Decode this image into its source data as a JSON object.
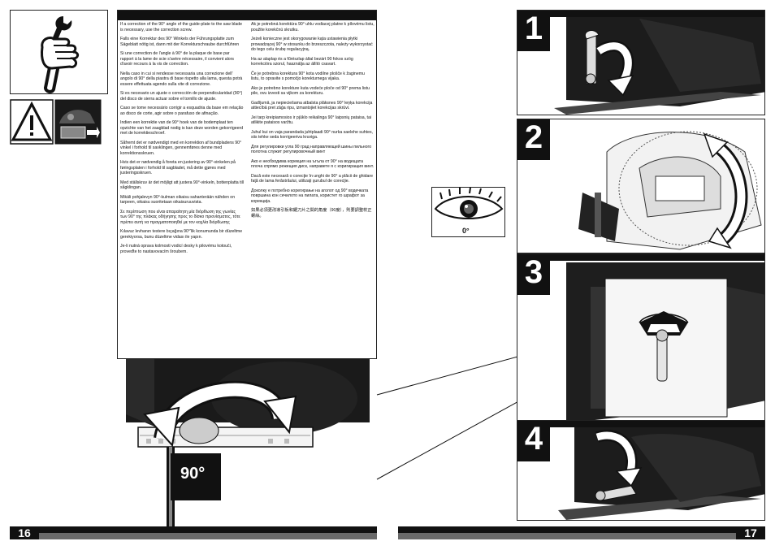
{
  "page": {
    "left_number": "16",
    "right_number": "17"
  },
  "icons": {
    "service_icon": "hand-wrench-icon",
    "warning_icon": "warning-triangle-icon",
    "unplug_icon": "battery-unplug-icon"
  },
  "text_left": [
    "If a correction of the 90° angle of the guide-plate to the saw blade is necessary, use the correction screw.",
    "Falls eine Korrektur des 90° Winkels der Führungsplatte zum Sägeblatt nötig ist, dann mit der Korrekturschraube durchführen",
    "Si une correction de l'angle à 90° de la plaque de base par rapport à la lame de scie s'avère nécessaire, il convient alors d'avoir recours à la vis de correction.",
    "Nella caso in cui si rendesse necessaria una correzione dell' angolo di 90° della piastra di base rispetto alla lama, questa potrà essere effettuata agendo sulla vite di correzione.",
    "Si es necesario un ajuste o corrección de perpendicularidad (90°) del disco de sierra actuar sobre el tornillo de ajuste.",
    "Caso se tome necessário corrigir a esquadria da base em relação ao disco de corte, agir sobre o parafuso de afinação.",
    "Indien een korrektie van de 90° hoek van de bodemplaat ten opzichte van het zaagblad nodig is kan deze worden gekorrigeerd met de korrektieschroef.",
    "Såfremt det er nødvendigt med en korrektion af bundpladens 90° vinkel i forhold til savklingen, gennemføres denne med korrektionsskruen.",
    "Hvis det er nødvendig å foreta en justering av 90°-vinkelen på føringsplaten i forhold til sagbladet, må dette gjøres med justeringsskruen.",
    "Med ställskruv är det möjligt att justera 90°-vinkeln, bottenplatta till sågklingan.",
    "Mikäli pohjalevyn 90°-kulman oikaisu sahanterään nähden on tarpeen, oikaisu suoritetaan oikaisuruuvista.",
    "Σε περίπτωση που είναι απαραίτητη μία διόρθωση της γωνίας των 90° της πλάκας οδήγησης προς το δίσκο πριονίσματος, τότε πρέπει αυτή να πραγματοποιηθεί με τον κοχλία διόρθωσης",
    "Kılavuz levhanın testere bıçağına 90°'lik konumunda bir düzeltme gerekiyorsa, bunu düzeltme vidası ile yapın.",
    "Je-li nutná oprava kolmosti vodicí desky k pilovému kotouči, proveďte to nastavovacím šroubem."
  ],
  "text_right": [
    "Ak je potrebná korektúra 90° uhlu vodiacej platne k pílovému listu, použite korekčnú skrutku.",
    "Jeżeli konieczne jest skorygowanie kąta ustawienia płytki prowadzącej 90° w stosunku do brzeszczota, należy wykorzystać do tego celu śrubę regulacyjną.",
    "Ha az alaplap és a fűrészlap által bezárt 90 fokos szög korrekcióra szorul, használja az állító csavart.",
    "Če je potrebna korektura 90° kota vodilne plošče k žaginemu listu, to opravite s pomočjo korekturnega vijaka.",
    "Ako je potrebno korekture kuta vodeće ploče od 90° prema listu pile, ovu izvesti sa vijkom za korekturu.",
    "Gadījumā, ja nepieciešama atbalsta plāksnes 90° leņķa korekcija attiecībā pret zāģa ripu, izmantojiet korekcijas skrūvi.",
    "Jei tarp kreipiamosios ir pjūklo reikalinga 90° laipsnių pataisa, tai atlikite pataisos varžtu.",
    "Juhul kui on vaja parandada juhtplaadi 90° nurka saelehe suhtes, siis tehke seda korrigeeriva kruviga.",
    "Для регулировки угла 90 град направляющей шины пильного полотна служит регулировочный винт",
    "Ако е необходима корекция на ъгъла от 90° на водещата плоча спрямо режещия диск, направете я с коригиращия винт.",
    "Dacă este necesară o corecţie în unghi de 90° a plăcii de ghidare faţă de lama ferăstrăului, utilizaţi şurubul de corecţie.",
    "Доколку е потребно корегирање на аголот од 90° водечката површина кон сечилото на пилата, користет го шрафот за корекција.",
    "如果必須更改導引板和鋸刀片之間的角度（90度），則要調整校正螺絲。"
  ],
  "steps": [
    {
      "number": "1"
    },
    {
      "number": "2"
    },
    {
      "number": "3"
    },
    {
      "number": "4"
    }
  ],
  "eye_label": "0°",
  "angle_label": "90°"
}
